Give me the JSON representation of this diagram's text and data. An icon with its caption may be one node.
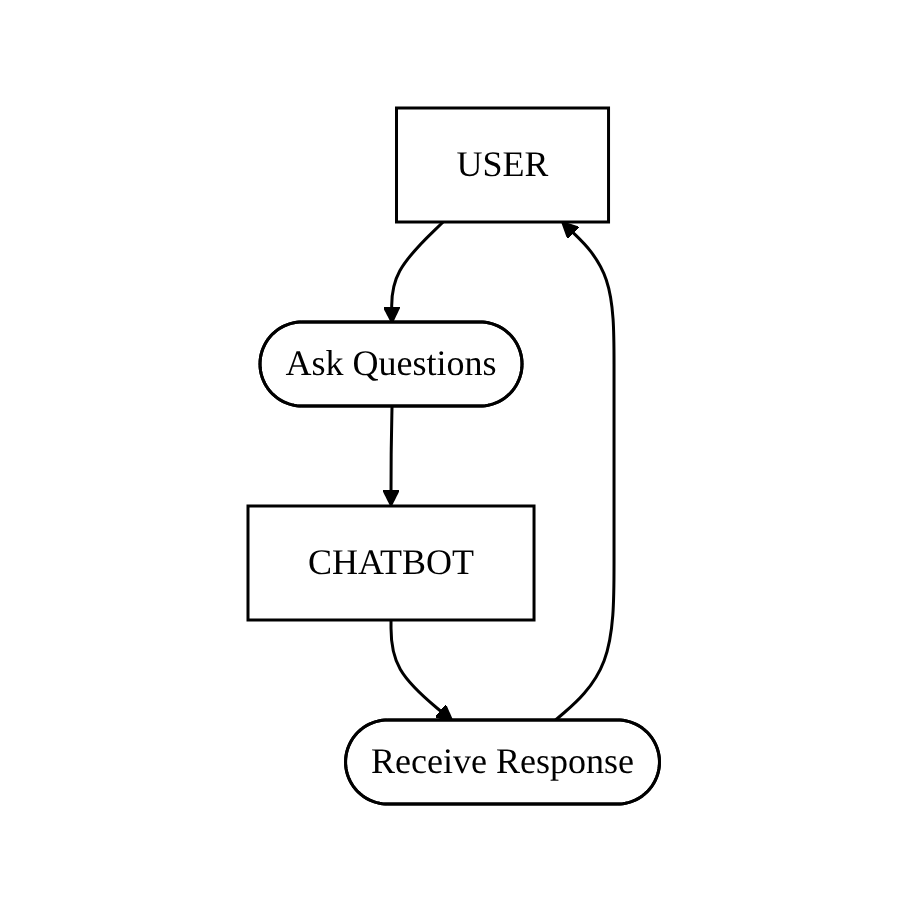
{
  "diagram": {
    "nodes": [
      {
        "text": [
          "USER"
        ]
      },
      {
        "text": [
          "Ask Questions"
        ]
      },
      {
        "text": [
          "CHATBOT"
        ]
      },
      {
        "text": [
          "Receive Response"
        ]
      }
    ],
    "edges": [
      {
        "from": 0,
        "to": 1,
        "arrow": "to"
      },
      {
        "from": 1,
        "to": 2,
        "arrow": "to"
      },
      {
        "from": 2,
        "to": 3,
        "arrow": "to"
      },
      {
        "from": 3,
        "to": 0,
        "arrow": "to"
      }
    ]
  }
}
